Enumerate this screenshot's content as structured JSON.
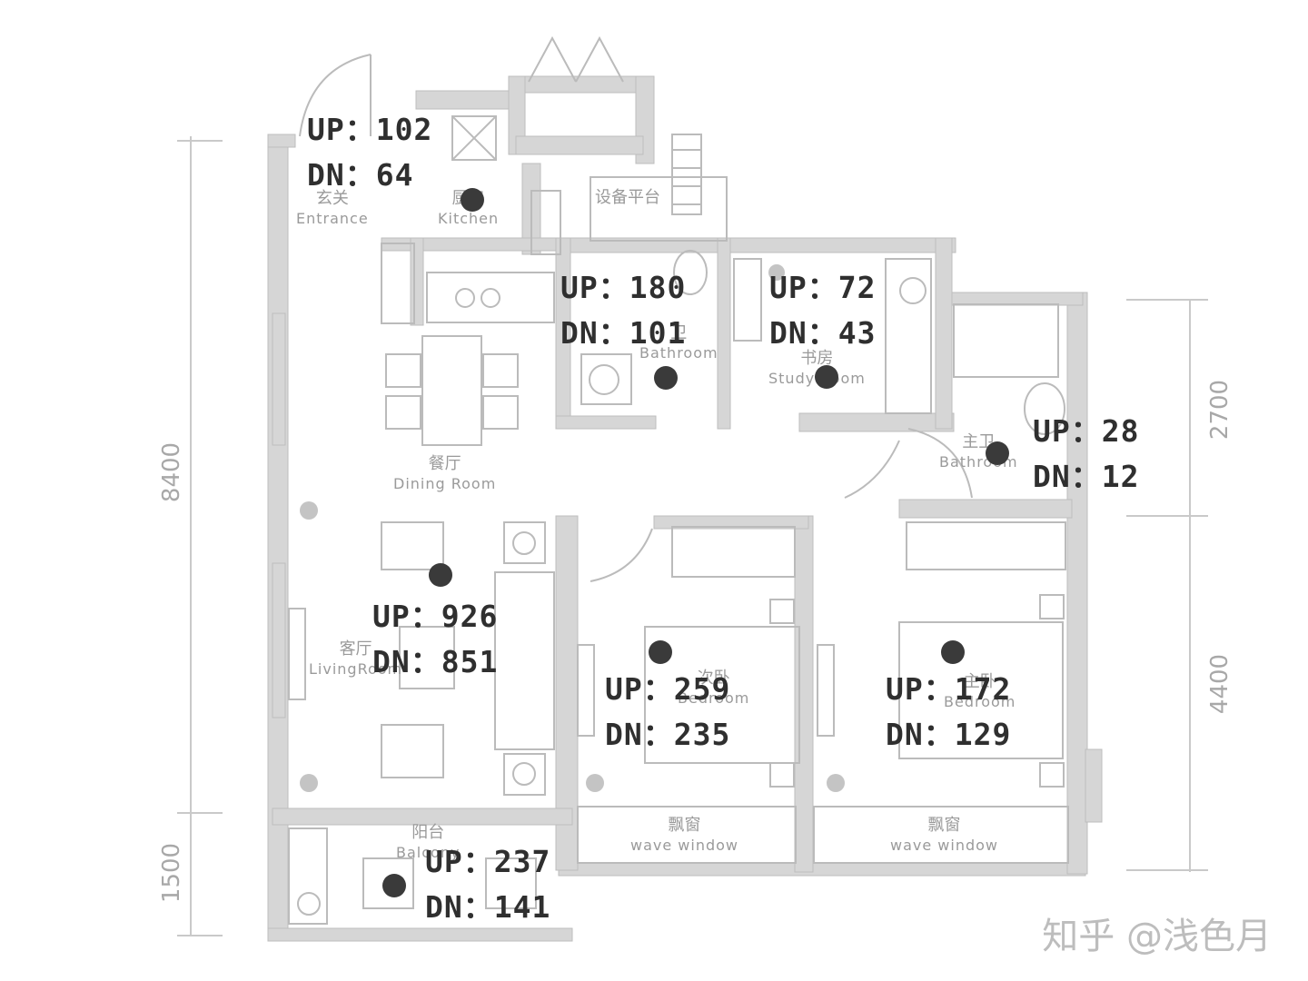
{
  "rooms": {
    "entrance": {
      "cn": "玄关",
      "en": "Entrance"
    },
    "kitchen": {
      "cn": "厨房",
      "en": "Kitchen"
    },
    "equipment": {
      "cn": "设备平台"
    },
    "bathroom": {
      "cn": "卫",
      "en": "Bathroom"
    },
    "study": {
      "cn": "书房",
      "en": "Study Room"
    },
    "master_bath": {
      "cn": "主卫",
      "en": "Bathroom"
    },
    "dining": {
      "cn": "餐厅",
      "en": "Dining Room"
    },
    "living": {
      "cn": "客厅",
      "en": "LivingRoom"
    },
    "second_bed": {
      "cn": "次卧",
      "en": "Bedroom"
    },
    "master_bed": {
      "cn": "主卧",
      "en": "Bedroom"
    },
    "bay1": {
      "cn": "飘窗",
      "en": "wave window"
    },
    "bay2": {
      "cn": "飘窗",
      "en": "wave window"
    },
    "balcony": {
      "cn": "阳台",
      "en": "Balcony"
    }
  },
  "dimensions": {
    "left_total": "8400",
    "left_bottom": "1500",
    "right_top": "2700",
    "right_bottom": "4400"
  },
  "stats": {
    "kitchen": {
      "up": "UP：102",
      "dn": "DN：64"
    },
    "bathroom": {
      "up": "UP：180",
      "dn": "DN：101"
    },
    "study": {
      "up": "UP：72",
      "dn": "DN：43"
    },
    "master_bath": {
      "up": "UP：28",
      "dn": "DN：12"
    },
    "living": {
      "up": "UP：926",
      "dn": "DN：851"
    },
    "second_bed": {
      "up": "UP：259",
      "dn": "DN：235"
    },
    "master_bed": {
      "up": "UP：172",
      "dn": "DN：129"
    },
    "balcony": {
      "up": "UP：237",
      "dn": "DN：141"
    }
  },
  "watermark": "知乎 @浅色月"
}
